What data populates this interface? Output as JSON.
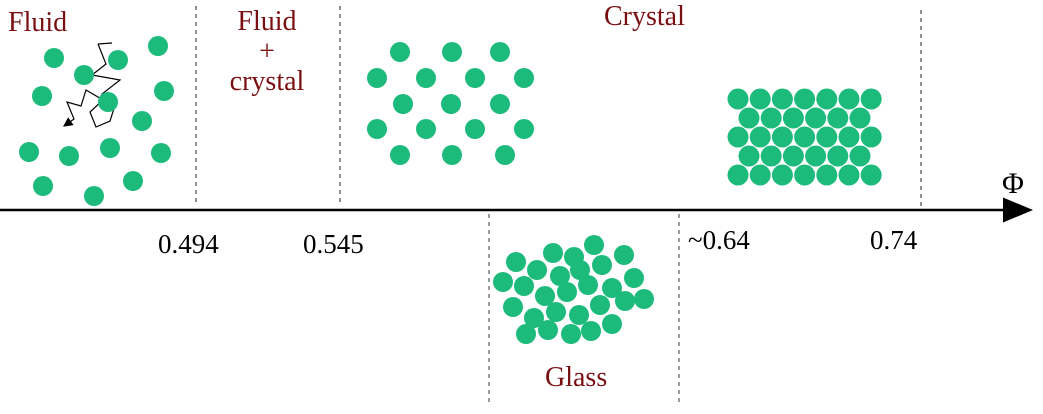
{
  "labels": {
    "fluid": "Fluid",
    "fluid_crystal_line1": "Fluid",
    "fluid_crystal_line2": "+",
    "fluid_crystal_line3": "crystal",
    "crystal": "Crystal",
    "glass": "Glass",
    "axis_symbol": "Φ"
  },
  "ticks": [
    "0.494",
    "0.545",
    "~0.64",
    "0.74"
  ],
  "colors": {
    "particle": "#1dbb7b",
    "label": "#7a0f12",
    "axis": "#000000",
    "divider": "#555555"
  }
}
